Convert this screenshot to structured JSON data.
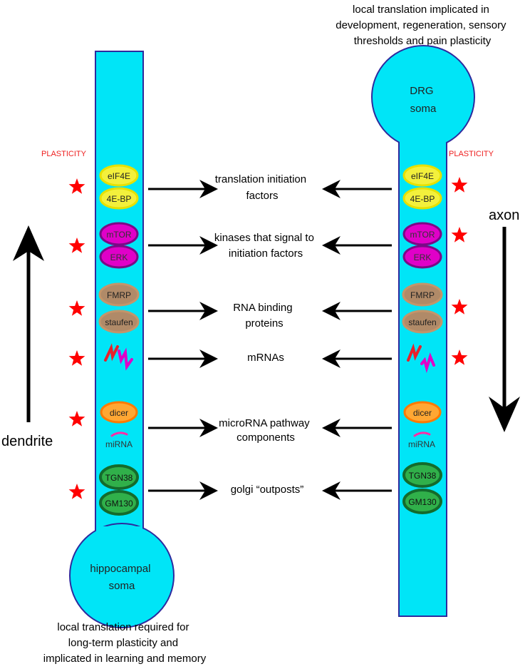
{
  "captions": {
    "top_right": [
      "local translation implicated in",
      "development, regeneration, sensory",
      "thresholds and pain plasticity"
    ],
    "bottom_left": [
      "local translation required for",
      "long-term plasticity and",
      "implicated in learning and memory"
    ]
  },
  "somas": {
    "dendrite_soma": [
      "hippocampal",
      "soma"
    ],
    "axon_soma": [
      "DRG",
      "soma"
    ]
  },
  "side_labels": {
    "dendrite": "dendrite",
    "axon": "axon",
    "plasticity_left": "PLASTICITY",
    "plasticity_right": "PLASTICITY"
  },
  "categories": [
    {
      "id": "initiation",
      "label": [
        "translation initiation",
        "factors"
      ]
    },
    {
      "id": "kinases",
      "label": [
        "kinases that signal to",
        "initiation factors"
      ]
    },
    {
      "id": "rbp",
      "label": [
        "RNA binding",
        "proteins"
      ]
    },
    {
      "id": "mrna",
      "label": [
        "mRNAs"
      ]
    },
    {
      "id": "microrna",
      "label": [
        "microRNA pathway",
        "components"
      ]
    },
    {
      "id": "golgi",
      "label": [
        "golgi “outposts”"
      ]
    }
  ],
  "molecules": [
    {
      "name": "eIF4E",
      "group": "initiation"
    },
    {
      "name": "4E-BP",
      "group": "initiation"
    },
    {
      "name": "mTOR",
      "group": "kinases"
    },
    {
      "name": "ERK",
      "group": "kinases"
    },
    {
      "name": "FMRP",
      "group": "rbp"
    },
    {
      "name": "staufen",
      "group": "rbp"
    },
    {
      "name": "dicer",
      "group": "microrna"
    },
    {
      "name": "miRNA",
      "group": "microrna"
    },
    {
      "name": "TGN38",
      "group": "golgi"
    },
    {
      "name": "GM130",
      "group": "golgi"
    }
  ],
  "colors": {
    "neurite": "#00e5f7",
    "outline": "#2d2a9e",
    "star": "#ff0000",
    "plasticity_text": "#ee2020",
    "initiation_fill": "#f3f03c",
    "initiation_stroke": "#e6e000",
    "kinase_fill": "#e000c8",
    "kinase_stroke": "#7a0a86",
    "rbp_fill": "#b08a68",
    "rbp_stroke": "#c3956a",
    "dicer_fill": "#ffa733",
    "dicer_stroke": "#ff7a00",
    "golgi_fill": "#30b04a",
    "golgi_stroke": "#146b2c",
    "mirna_stroke": "#ff2da6",
    "mrna_red": "#e8202a",
    "mrna_magenta": "#e000c8"
  },
  "icons": {
    "star": "red-star-icon",
    "mrna": "mrna-squiggle-icon",
    "mirna": "mirna-arc-icon",
    "arrow": "arrow-icon"
  }
}
